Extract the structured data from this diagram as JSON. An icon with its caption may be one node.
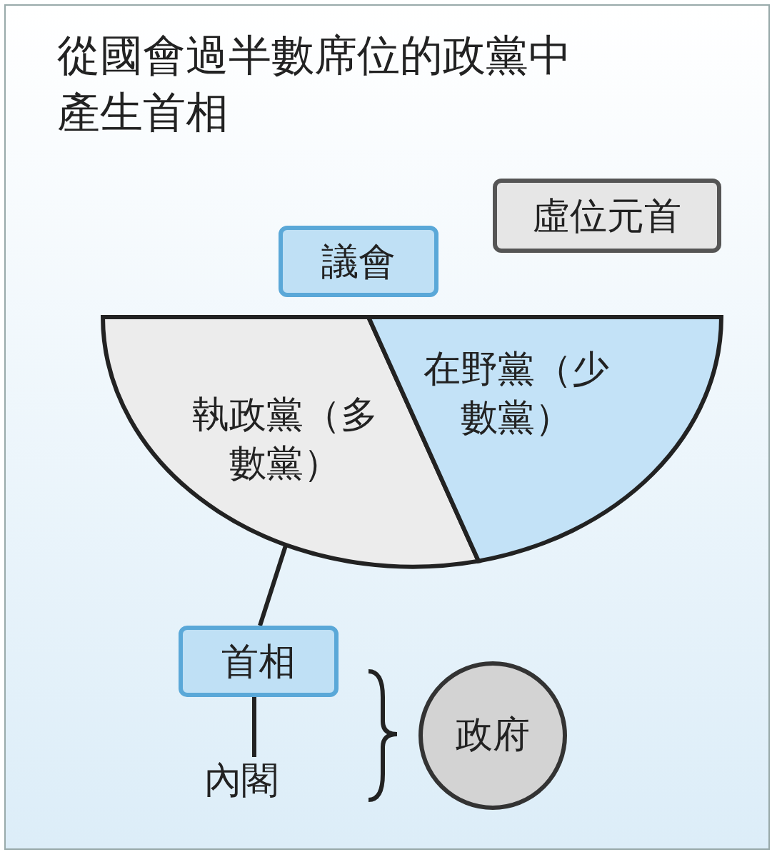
{
  "diagram": {
    "title": "從國會過半數席位的政黨中產生首相",
    "nodes": [
      {
        "text": [
          "虛位元首"
        ]
      },
      {
        "text": [
          "議會"
        ]
      },
      {
        "text": [
          "執政黨（多數黨）"
        ]
      },
      {
        "text": [
          "在野黨（少數黨）"
        ]
      },
      {
        "text": [
          "首相"
        ]
      },
      {
        "text": [
          "內閣"
        ]
      },
      {
        "text": [
          "政府"
        ]
      }
    ],
    "edges": [
      {
        "from": 2,
        "to": 4,
        "arrow": "none"
      },
      {
        "from": 4,
        "to": 5,
        "arrow": "none"
      }
    ]
  }
}
